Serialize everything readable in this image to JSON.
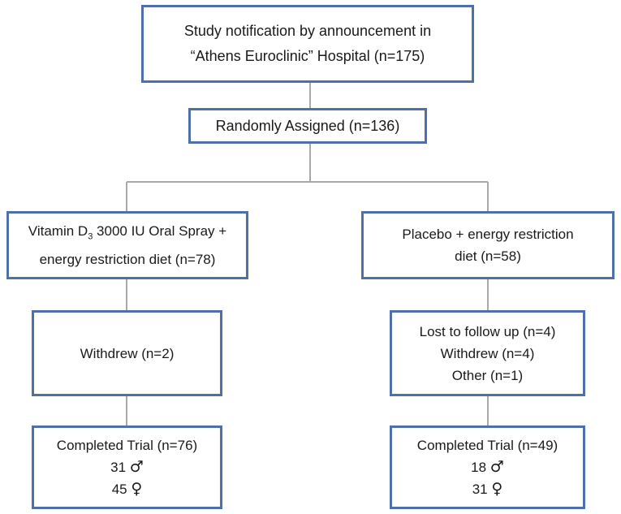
{
  "boxes": {
    "notification": {
      "line1": "Study notification by announcement in",
      "line2": "“Athens Euroclinic” Hospital (n=175)"
    },
    "randomized": {
      "text": "Randomly Assigned (n=136)"
    },
    "vitamin_arm": {
      "line1_pre": "Vitamin D",
      "line1_sub": "3",
      "line1_post": " 3000 IU Oral Spray +",
      "line2": "energy restriction diet (n=78)"
    },
    "placebo_arm": {
      "line1": "Placebo + energy restriction",
      "line2": "diet (n=58)"
    },
    "vitamin_withdrew": {
      "text": "Withdrew (n=2)"
    },
    "placebo_losses": {
      "line1": "Lost to follow up (n=4)",
      "line2": "Withdrew (n=4)",
      "line3": "Other (n=1)"
    },
    "vitamin_completed": {
      "title": "Completed Trial (n=76)",
      "male_count": "31",
      "male_symbol": "♂",
      "female_count": "45",
      "female_symbol": "♀"
    },
    "placebo_completed": {
      "title": "Completed Trial (n=49)",
      "male_count": "18",
      "male_symbol": "♂",
      "female_count": "31",
      "female_symbol": "♀"
    }
  },
  "colors": {
    "box_border": "#4f6fa8",
    "connector": "#a9a9a9"
  }
}
